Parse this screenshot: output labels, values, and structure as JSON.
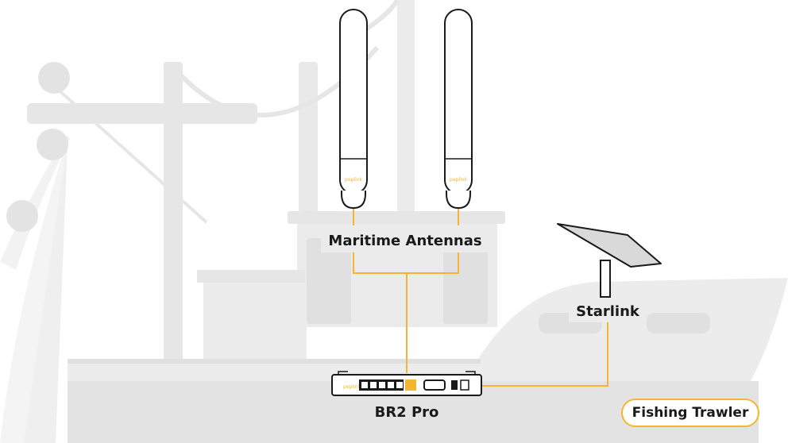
{
  "labels": {
    "antennas": "Maritime Antennas",
    "starlink": "Starlink",
    "router": "BR2 Pro",
    "vessel": "Fishing Trawler"
  },
  "colors": {
    "accent": "#f5b52e",
    "boat": "#ececec",
    "boat_dark": "#e0e0e0",
    "ink": "#1a1a1a"
  },
  "icons": {
    "antenna": "maritime-antenna-icon",
    "dish": "starlink-dish-icon",
    "router": "router-icon"
  }
}
